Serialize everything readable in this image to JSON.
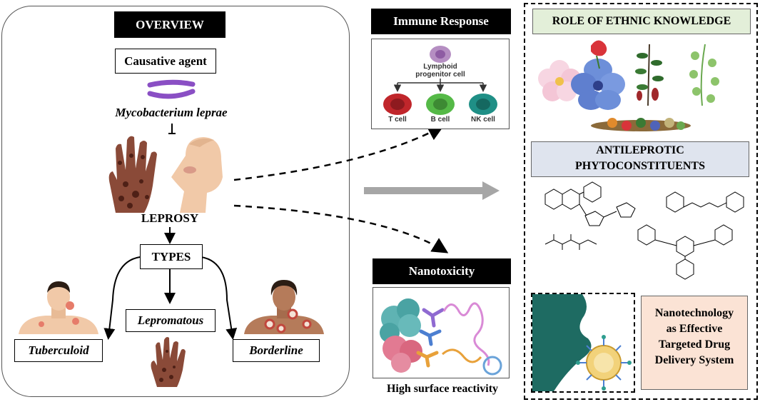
{
  "overview": {
    "title": "OVERVIEW",
    "causative_agent": "Causative agent",
    "organism": "Mycobacterium leprae",
    "disease": "LEPROSY",
    "types_label": "TYPES",
    "types": [
      "Lepromatous",
      "Tuberculoid",
      "Borderline"
    ]
  },
  "immune": {
    "title": "Immune Response",
    "progenitor": [
      "Lymphoid",
      "progenitor cell"
    ],
    "cells": [
      "T cell",
      "B cell",
      "NK cell"
    ]
  },
  "nano": {
    "title": "Nanotoxicity",
    "caption": "High surface reactivity"
  },
  "role": {
    "title": "ROLE OF ETHNIC KNOWLEDGE",
    "phyto_title": [
      "ANTILEPROTIC",
      "PHYTOCONSTITUENTS"
    ],
    "nanotech": [
      "Nanotechnology",
      "as Effective",
      "Targeted Drug",
      "Delivery System"
    ]
  },
  "colors": {
    "bacteria": "#8a4fc4",
    "t_cell": "#c0262b",
    "b_cell": "#55b947",
    "nk_cell": "#1f8f86",
    "role_header_bg": "#e3efd9",
    "phyto_header_bg": "#dfe4ee",
    "nanotech_bg": "#fbe3d5",
    "cell_green": "#1e6b62"
  }
}
